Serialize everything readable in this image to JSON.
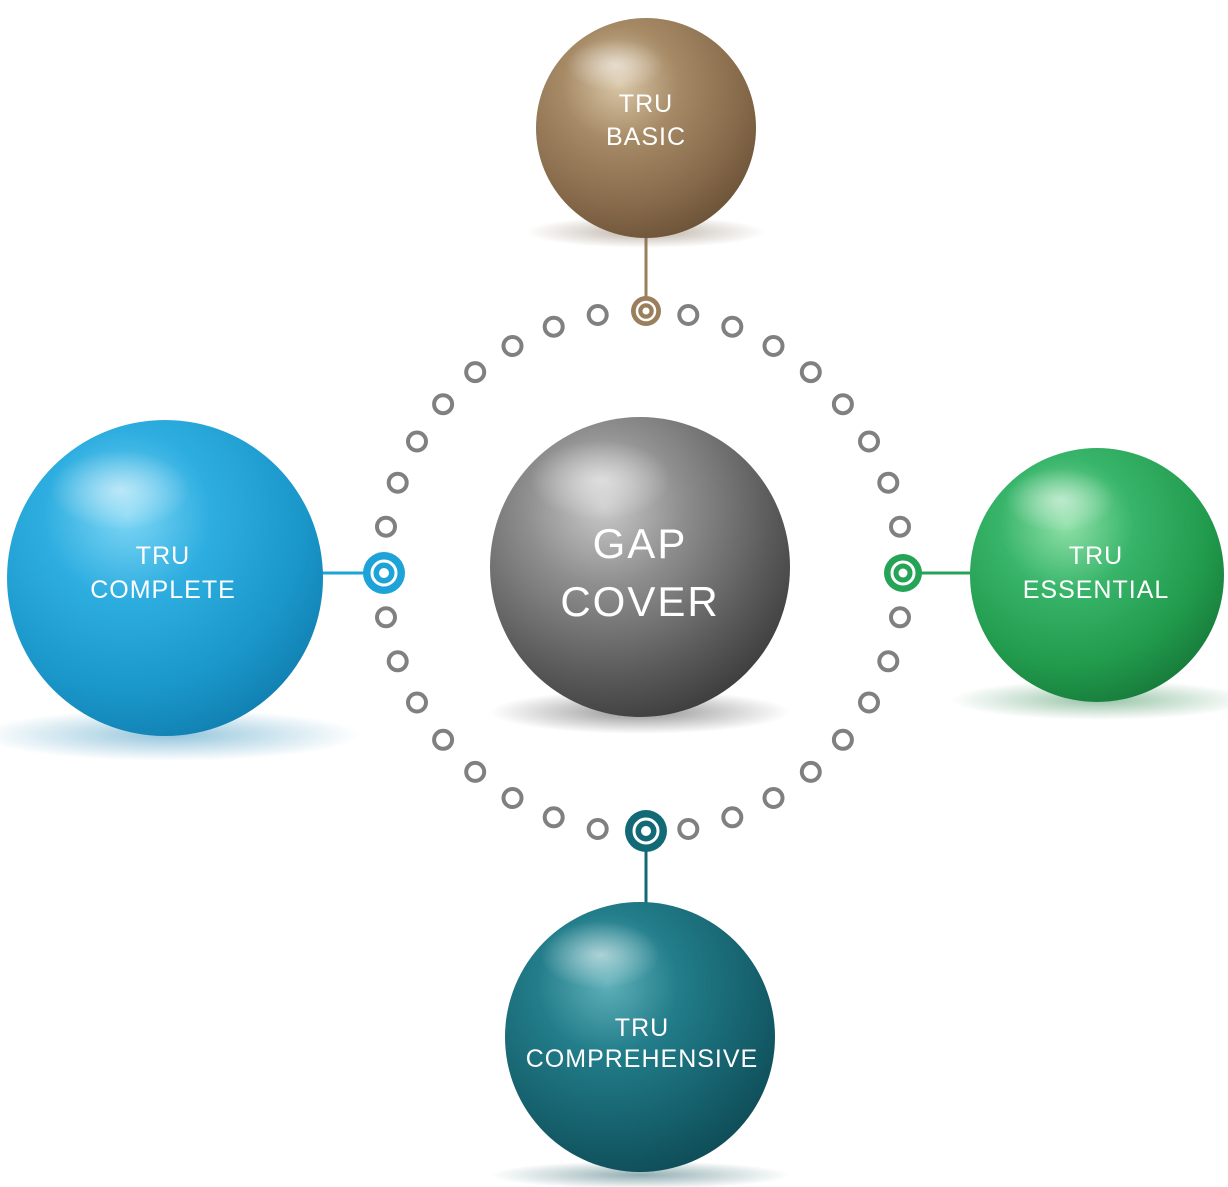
{
  "center": {
    "label_line1": "GAP",
    "label_line2": "COVER",
    "color": "#6e6e6e"
  },
  "nodes": {
    "basic": {
      "label_line1": "TRU",
      "label_line2": "BASIC",
      "color": "#9b7f5d"
    },
    "complete": {
      "label_line1": "TRU",
      "label_line2": "COMPLETE",
      "color": "#1ea3d9"
    },
    "essential": {
      "label_line1": "TRU",
      "label_line2": "ESSENTIAL",
      "color": "#25a356"
    },
    "comprehensive": {
      "label_line1": "TRU",
      "label_line2": "COMPREHENSIVE",
      "color": "#136a77"
    }
  },
  "ring": {
    "dot_color": "#808080",
    "dot_count": 36
  }
}
